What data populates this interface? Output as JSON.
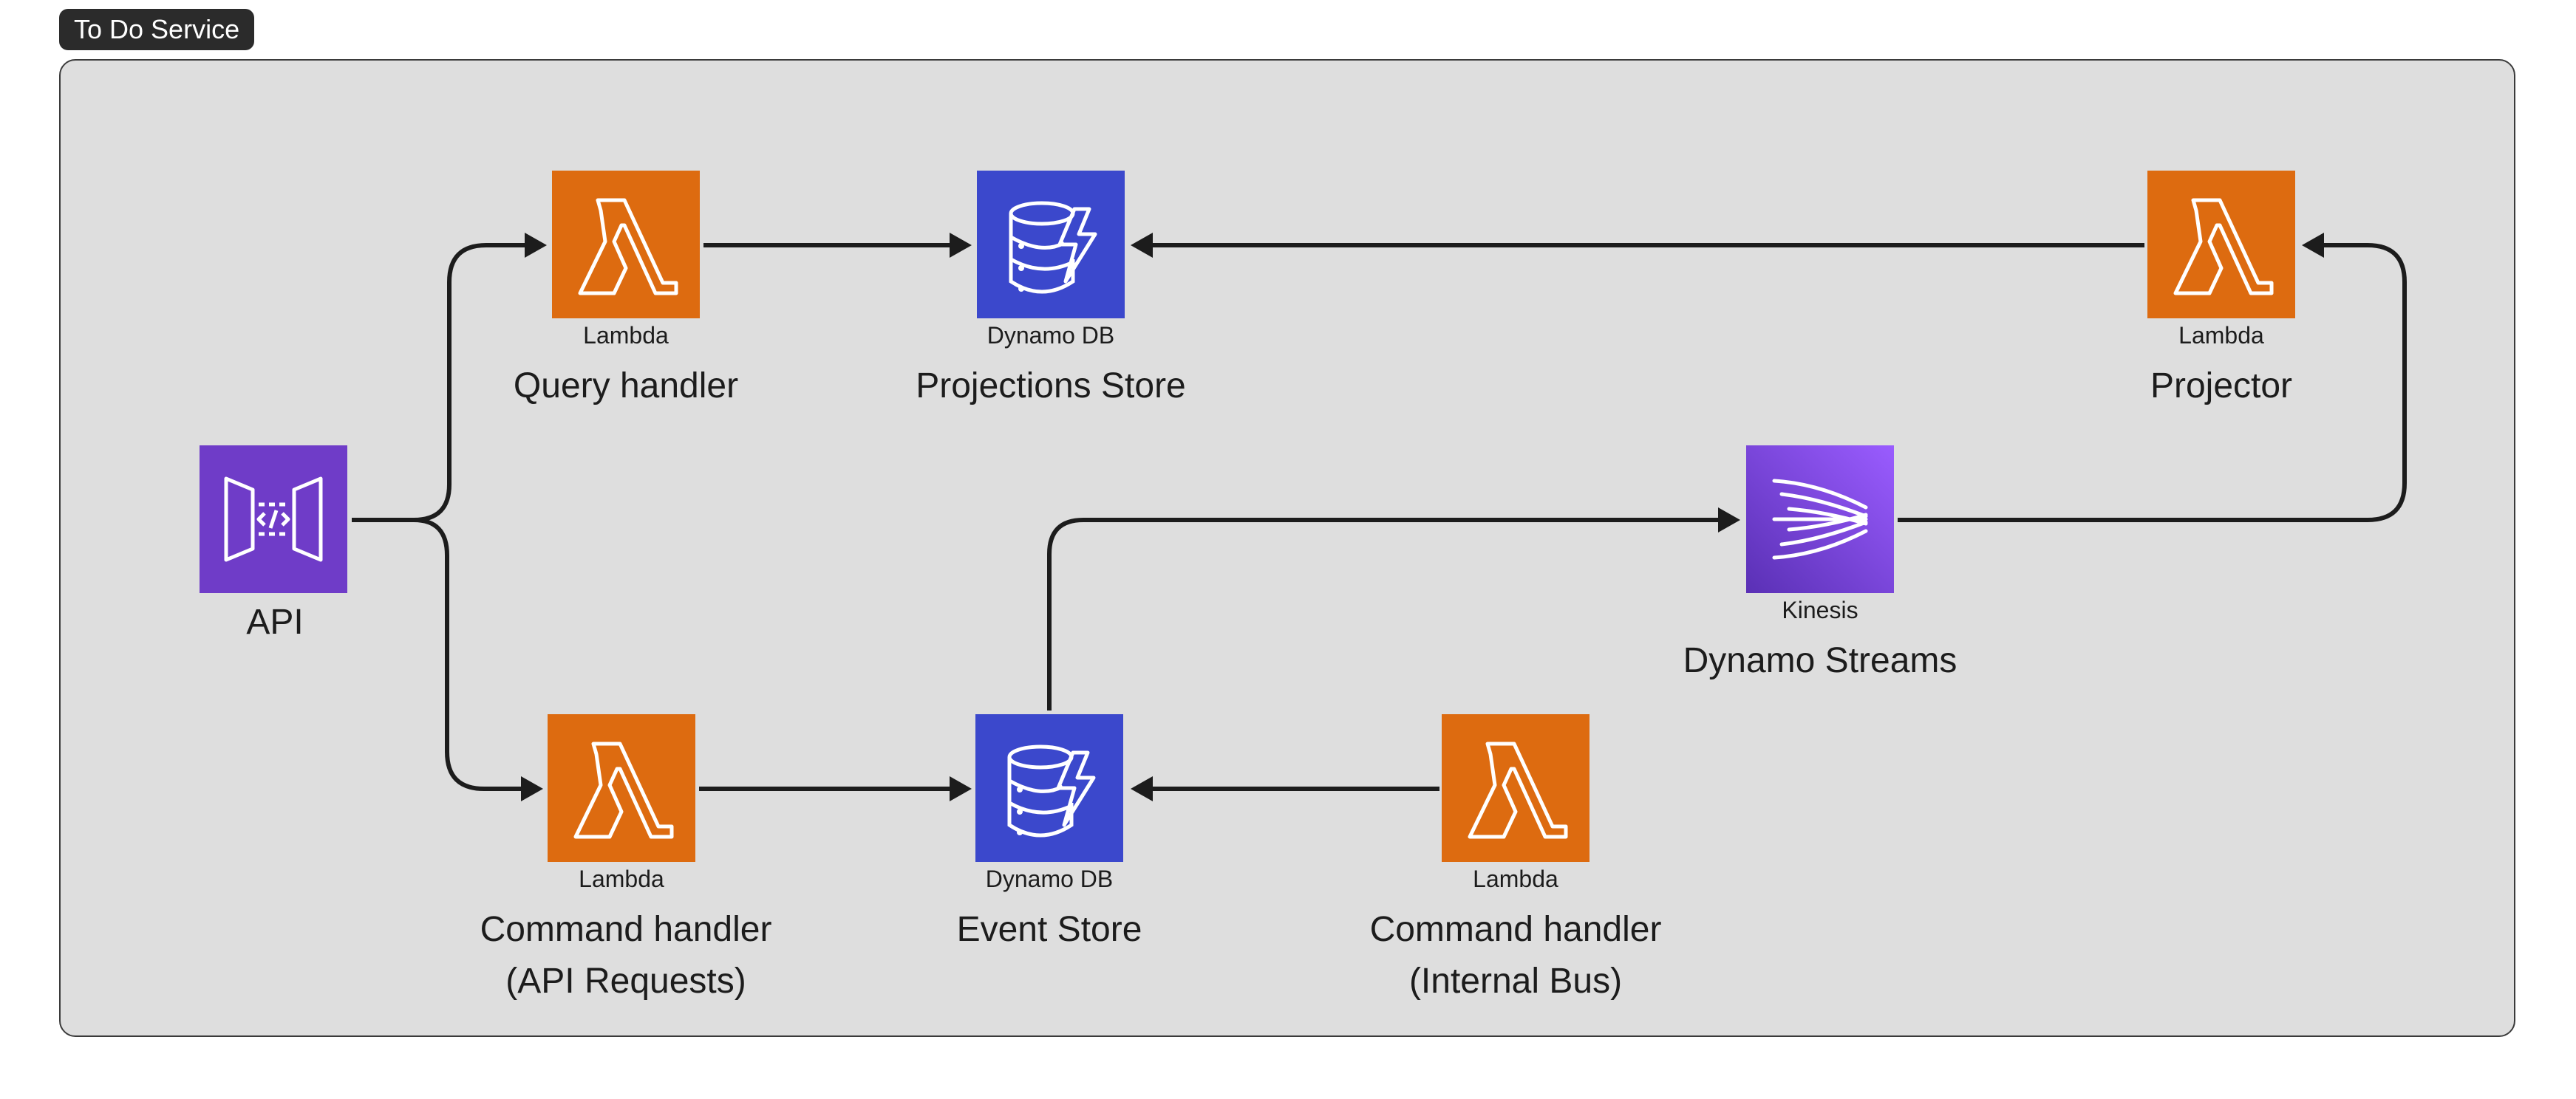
{
  "group": {
    "title": "To Do Service"
  },
  "nodes": {
    "api": {
      "label": "API"
    },
    "query_handler": {
      "service": "Lambda",
      "label": "Query handler"
    },
    "projections_store": {
      "service": "Dynamo DB",
      "label": "Projections Store"
    },
    "projector": {
      "service": "Lambda",
      "label": "Projector"
    },
    "dynamo_streams": {
      "service": "Kinesis",
      "label": "Dynamo Streams"
    },
    "command_handler_api": {
      "service": "Lambda",
      "label_line1": "Command handler",
      "label_line2": "(API Requests)"
    },
    "event_store": {
      "service": "Dynamo DB",
      "label": "Event Store"
    },
    "command_handler_bus": {
      "service": "Lambda",
      "label_line1": "Command handler",
      "label_line2": "(Internal Bus)"
    }
  },
  "colors": {
    "lambda": "#dd6b10",
    "dynamodb": "#3b48cc",
    "apigateway": "#7b3fd6",
    "kinesis": "#8c4fff",
    "arrow": "#1c1c1c"
  }
}
